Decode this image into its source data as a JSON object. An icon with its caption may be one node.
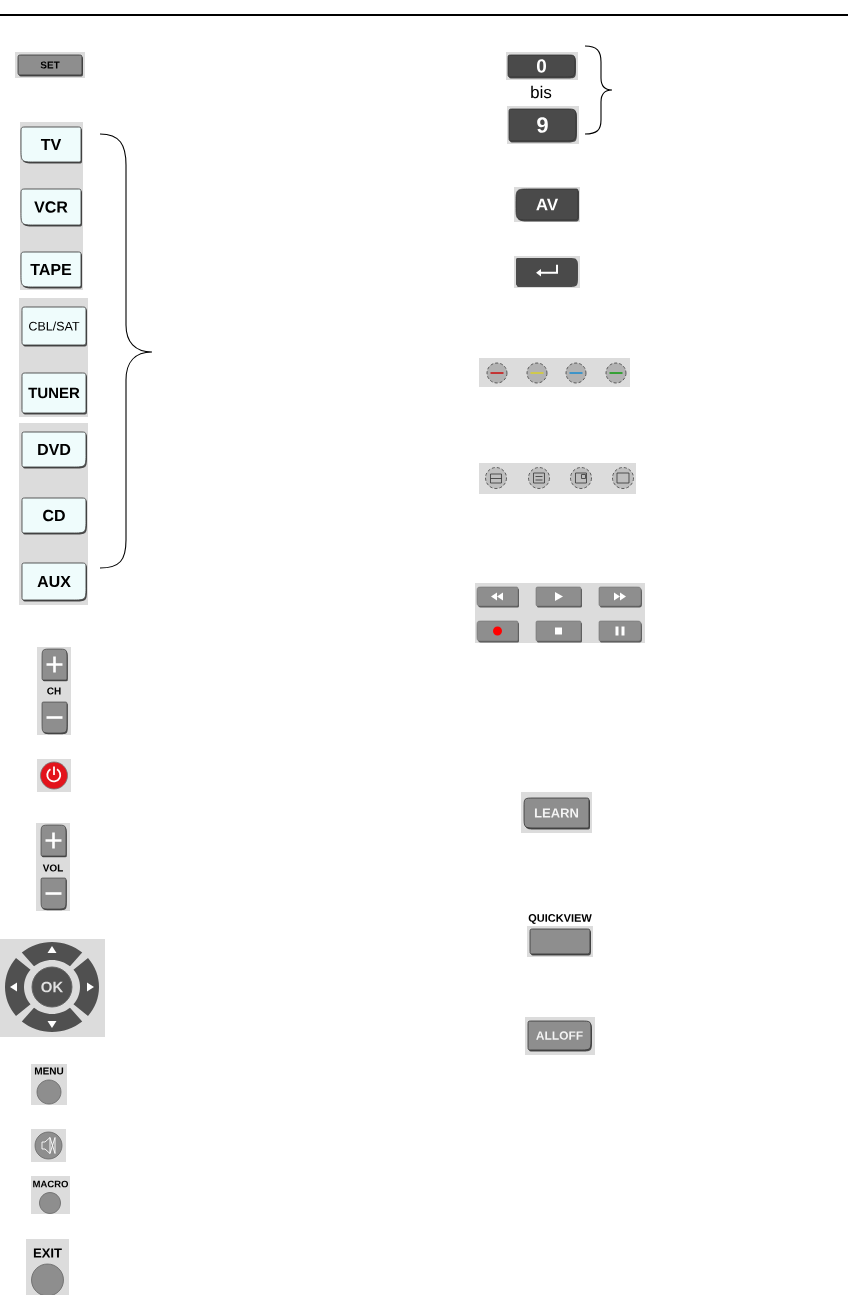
{
  "diagram": {
    "nodes": [
      {
        "text": [
          "SET"
        ]
      },
      {
        "text": [
          "TV"
        ]
      },
      {
        "text": [
          "VCR"
        ]
      },
      {
        "text": [
          "TAPE"
        ]
      },
      {
        "text": [
          "CBL/SAT"
        ]
      },
      {
        "text": [
          "TUNER"
        ]
      },
      {
        "text": [
          "DVD"
        ]
      },
      {
        "text": [
          "CD"
        ]
      },
      {
        "text": [
          "AUX"
        ]
      },
      {
        "text": [
          "CH"
        ]
      },
      {
        "text": [
          "VOL"
        ]
      },
      {
        "text": [
          "OK"
        ]
      },
      {
        "text": [
          "MENU"
        ]
      },
      {
        "text": [
          "MACRO"
        ]
      },
      {
        "text": [
          "EXIT"
        ]
      },
      {
        "text": [
          "0"
        ]
      },
      {
        "text": [
          "9"
        ]
      },
      {
        "text": [
          "AV"
        ]
      },
      {
        "text": [],
        "shape": "box"
      },
      {
        "text": [
          "LEARN"
        ]
      },
      {
        "text": [
          "QUICKVIEW"
        ]
      },
      {
        "text": [
          "ALLOFF"
        ]
      }
    ],
    "labels": [
      "bis"
    ]
  }
}
